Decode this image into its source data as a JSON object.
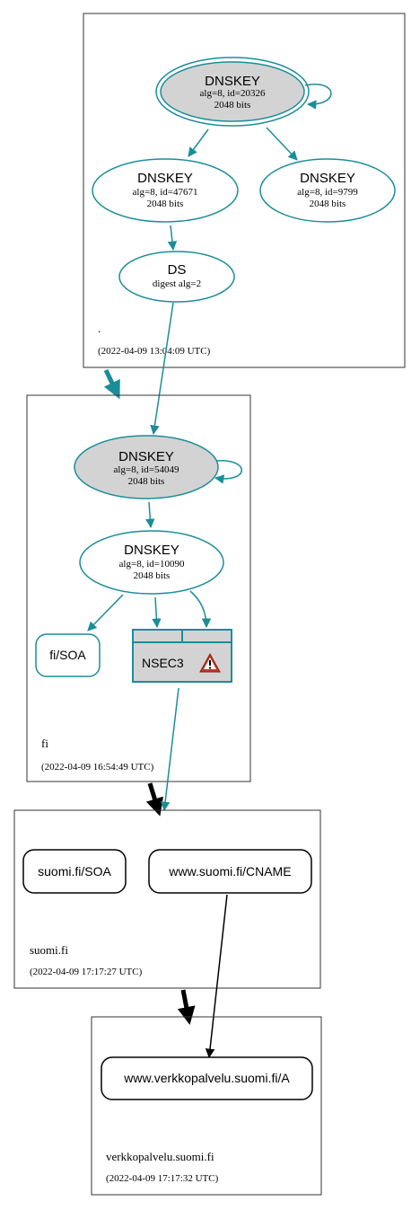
{
  "colors": {
    "edge": "#1b8d9a",
    "key_fill_ksk": "#d3d3d3",
    "nsec_fill": "#d3d3d3",
    "cluster_border": "#333333",
    "delegation": "#000000",
    "warning": "#c0392b"
  },
  "zones": {
    "root": {
      "name": ".",
      "timestamp": "(2022-04-09 13:04:09 UTC)",
      "nodes": {
        "ksk": {
          "title": "DNSKEY",
          "line1": "alg=8, id=20326",
          "line2": "2048 bits"
        },
        "zsk1": {
          "title": "DNSKEY",
          "line1": "alg=8, id=47671",
          "line2": "2048 bits"
        },
        "zsk2": {
          "title": "DNSKEY",
          "line1": "alg=8, id=9799",
          "line2": "2048 bits"
        },
        "ds": {
          "title": "DS",
          "line1": "digest alg=2"
        }
      }
    },
    "fi": {
      "name": "fi",
      "timestamp": "(2022-04-09 16:54:49 UTC)",
      "nodes": {
        "ksk": {
          "title": "DNSKEY",
          "line1": "alg=8, id=54049",
          "line2": "2048 bits"
        },
        "zsk": {
          "title": "DNSKEY",
          "line1": "alg=8, id=10090",
          "line2": "2048 bits"
        },
        "soa": {
          "label": "fi/SOA"
        },
        "nsec3": {
          "label": "NSEC3",
          "icon": "warning-icon"
        }
      }
    },
    "suomi": {
      "name": "suomi.fi",
      "timestamp": "(2022-04-09 17:17:27 UTC)",
      "nodes": {
        "soa": {
          "label": "suomi.fi/SOA"
        },
        "cname": {
          "label": "www.suomi.fi/CNAME"
        }
      }
    },
    "verkko": {
      "name": "verkkopalvelu.suomi.fi",
      "timestamp": "(2022-04-09 17:17:32 UTC)",
      "nodes": {
        "a": {
          "label": "www.verkkopalvelu.suomi.fi/A"
        }
      }
    }
  }
}
